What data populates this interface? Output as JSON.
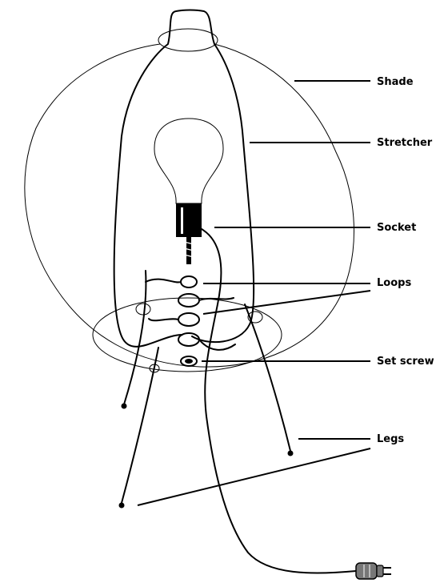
{
  "labels": {
    "shade": "Shade",
    "stretcher": "Stretcher",
    "socket": "Socket",
    "loops": "Loops",
    "set_screw": "Set screw",
    "legs": "Legs"
  },
  "colors": {
    "ink": "#000000",
    "background": "#ffffff"
  }
}
